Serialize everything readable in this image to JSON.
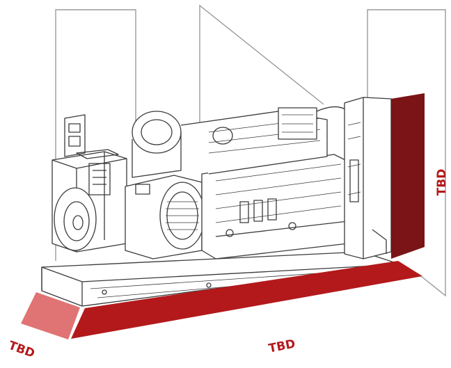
{
  "dimensions": {
    "length": {
      "label": "TBD"
    },
    "width": {
      "label": "TBD"
    },
    "height": {
      "label": "TBD"
    }
  },
  "colors": {
    "length_fill": "#b3191b",
    "width_fill": "#e07373",
    "height_fill": "#7a1416",
    "label_color": "#b3191b",
    "outline": "#9a9a9a",
    "sketch": "#3a3a3a"
  },
  "figure": {
    "subject": "generator-set-line-sketch"
  }
}
